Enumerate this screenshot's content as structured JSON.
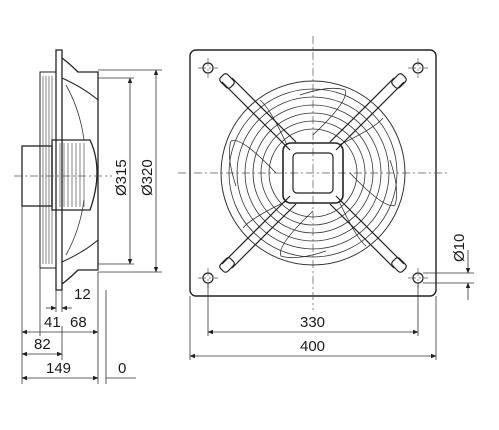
{
  "side_view": {
    "dimensions": {
      "outer_diameter": "Ø320",
      "inner_diameter": "Ø315",
      "d12": "12",
      "d41": "41",
      "d68": "68",
      "d82": "82",
      "d149": "149",
      "d0": "0"
    }
  },
  "front_view": {
    "dimensions": {
      "hole_spacing": "330",
      "plate_width": "400",
      "hole_diameter": "Ø10"
    }
  },
  "colors": {
    "line": "#222222",
    "background": "#ffffff"
  }
}
